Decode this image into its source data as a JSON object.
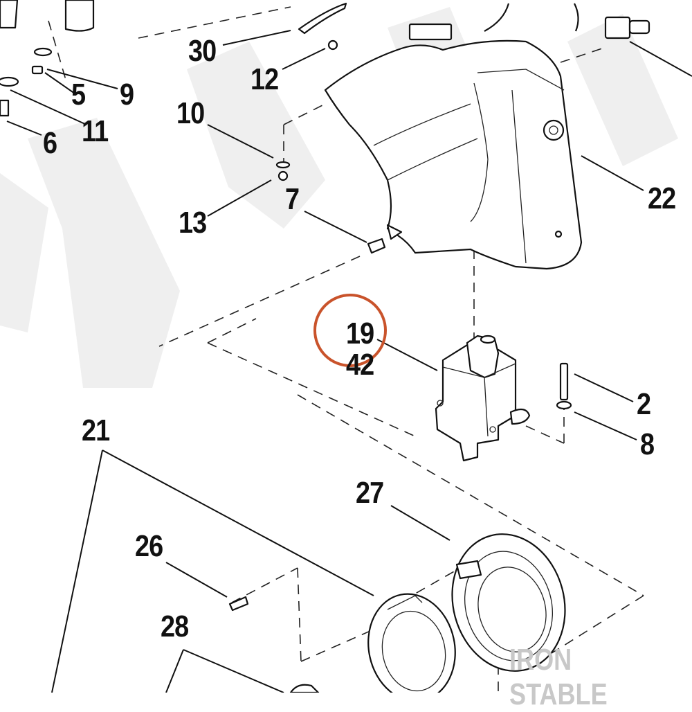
{
  "callouts": {
    "c30": "30",
    "c12": "12",
    "c5": "5",
    "c9": "9",
    "c11": "11",
    "c6": "6",
    "c10": "10",
    "c13": "13",
    "c7": "7",
    "c22": "22",
    "c19": "19",
    "c42": "42",
    "c2": "2",
    "c8": "8",
    "c21": "21",
    "c27": "27",
    "c26": "26",
    "c28": "28"
  },
  "highlight": {
    "callout": "19",
    "color": "#c9532b"
  },
  "watermark": {
    "text": "IRON STABLE",
    "color": "#c8c8c8"
  },
  "background_watermark": {
    "color": "#efefef"
  }
}
